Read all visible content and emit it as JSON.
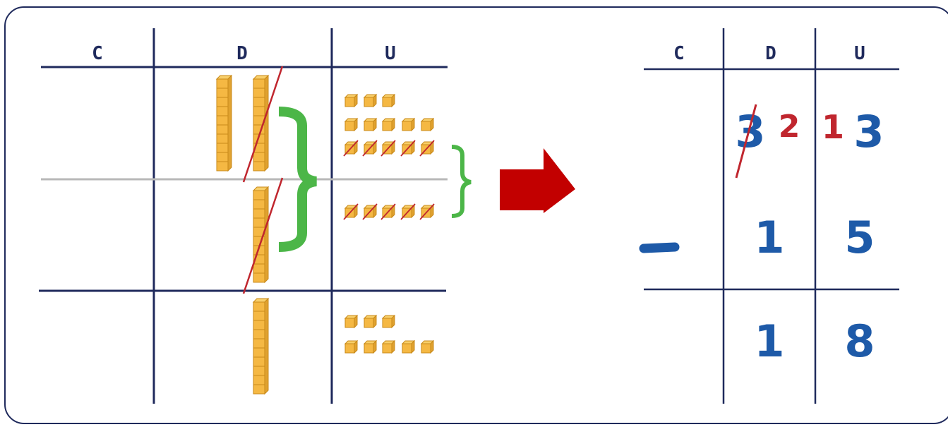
{
  "left_table": {
    "headers": [
      "C",
      "D",
      "U"
    ]
  },
  "right_table": {
    "headers": [
      "C",
      "D",
      "U"
    ],
    "minuend": {
      "tens_original": "3",
      "tens_borrowed": "2",
      "units_carry": "1",
      "units": "3"
    },
    "subtrahend": {
      "operator": "-",
      "tens": "1",
      "units": "5"
    },
    "result": {
      "tens": "1",
      "units": "8"
    }
  },
  "blocks": {
    "row1_tens_rods": 2,
    "row1_unit_cubes": 13,
    "row2_tens_rods": 1,
    "row2_unit_cubes": 5,
    "result_tens_rods": 1,
    "result_unit_cubes": 8
  },
  "colors": {
    "frame": "#1f2a5c",
    "block_fill": "#f5b843",
    "block_stroke": "#c98a1a",
    "strike": "#c0262e",
    "brace": "#4cb648",
    "arrow": "#c20000",
    "digits_blue": "#1e5aa8",
    "digits_red": "#c0262e"
  }
}
